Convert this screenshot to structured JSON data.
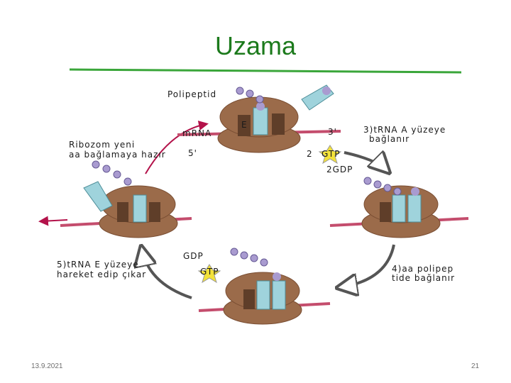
{
  "slide": {
    "title": "Uzama",
    "date": "13.9.2021",
    "page_number": "21"
  },
  "labels": {
    "polipeptid": "Polipeptid",
    "mrna": "mRNA",
    "three_prime": "3'",
    "five_prime": "5'",
    "E_site": "E",
    "ribozom_1": "Ribozom yeni",
    "ribozom_2": "aa bağlamaya hazır",
    "step3_1": "3)tRNA A yüzeye",
    "step3_2": "bağlanır",
    "two": "2",
    "gtp": "GTP",
    "two_gdp": "2GDP",
    "step4_1": "4)aa polipep",
    "step4_2": "tide bağlanır",
    "gdp": "GDP",
    "step5_1": "5)tRNA E yüzeye",
    "step5_2": "hareket edip çıkar"
  },
  "colors": {
    "title": "#1c7a1c",
    "rule": "#3aa63a",
    "ribosome": "#9b6b4a",
    "ribosome_dark": "#7a4e33",
    "trna": "#9fd3dc",
    "mrna": "#c44d6d",
    "aa": "#a99bd0",
    "arrow": "#b3124a",
    "gtp_star": "#f3e23a"
  }
}
